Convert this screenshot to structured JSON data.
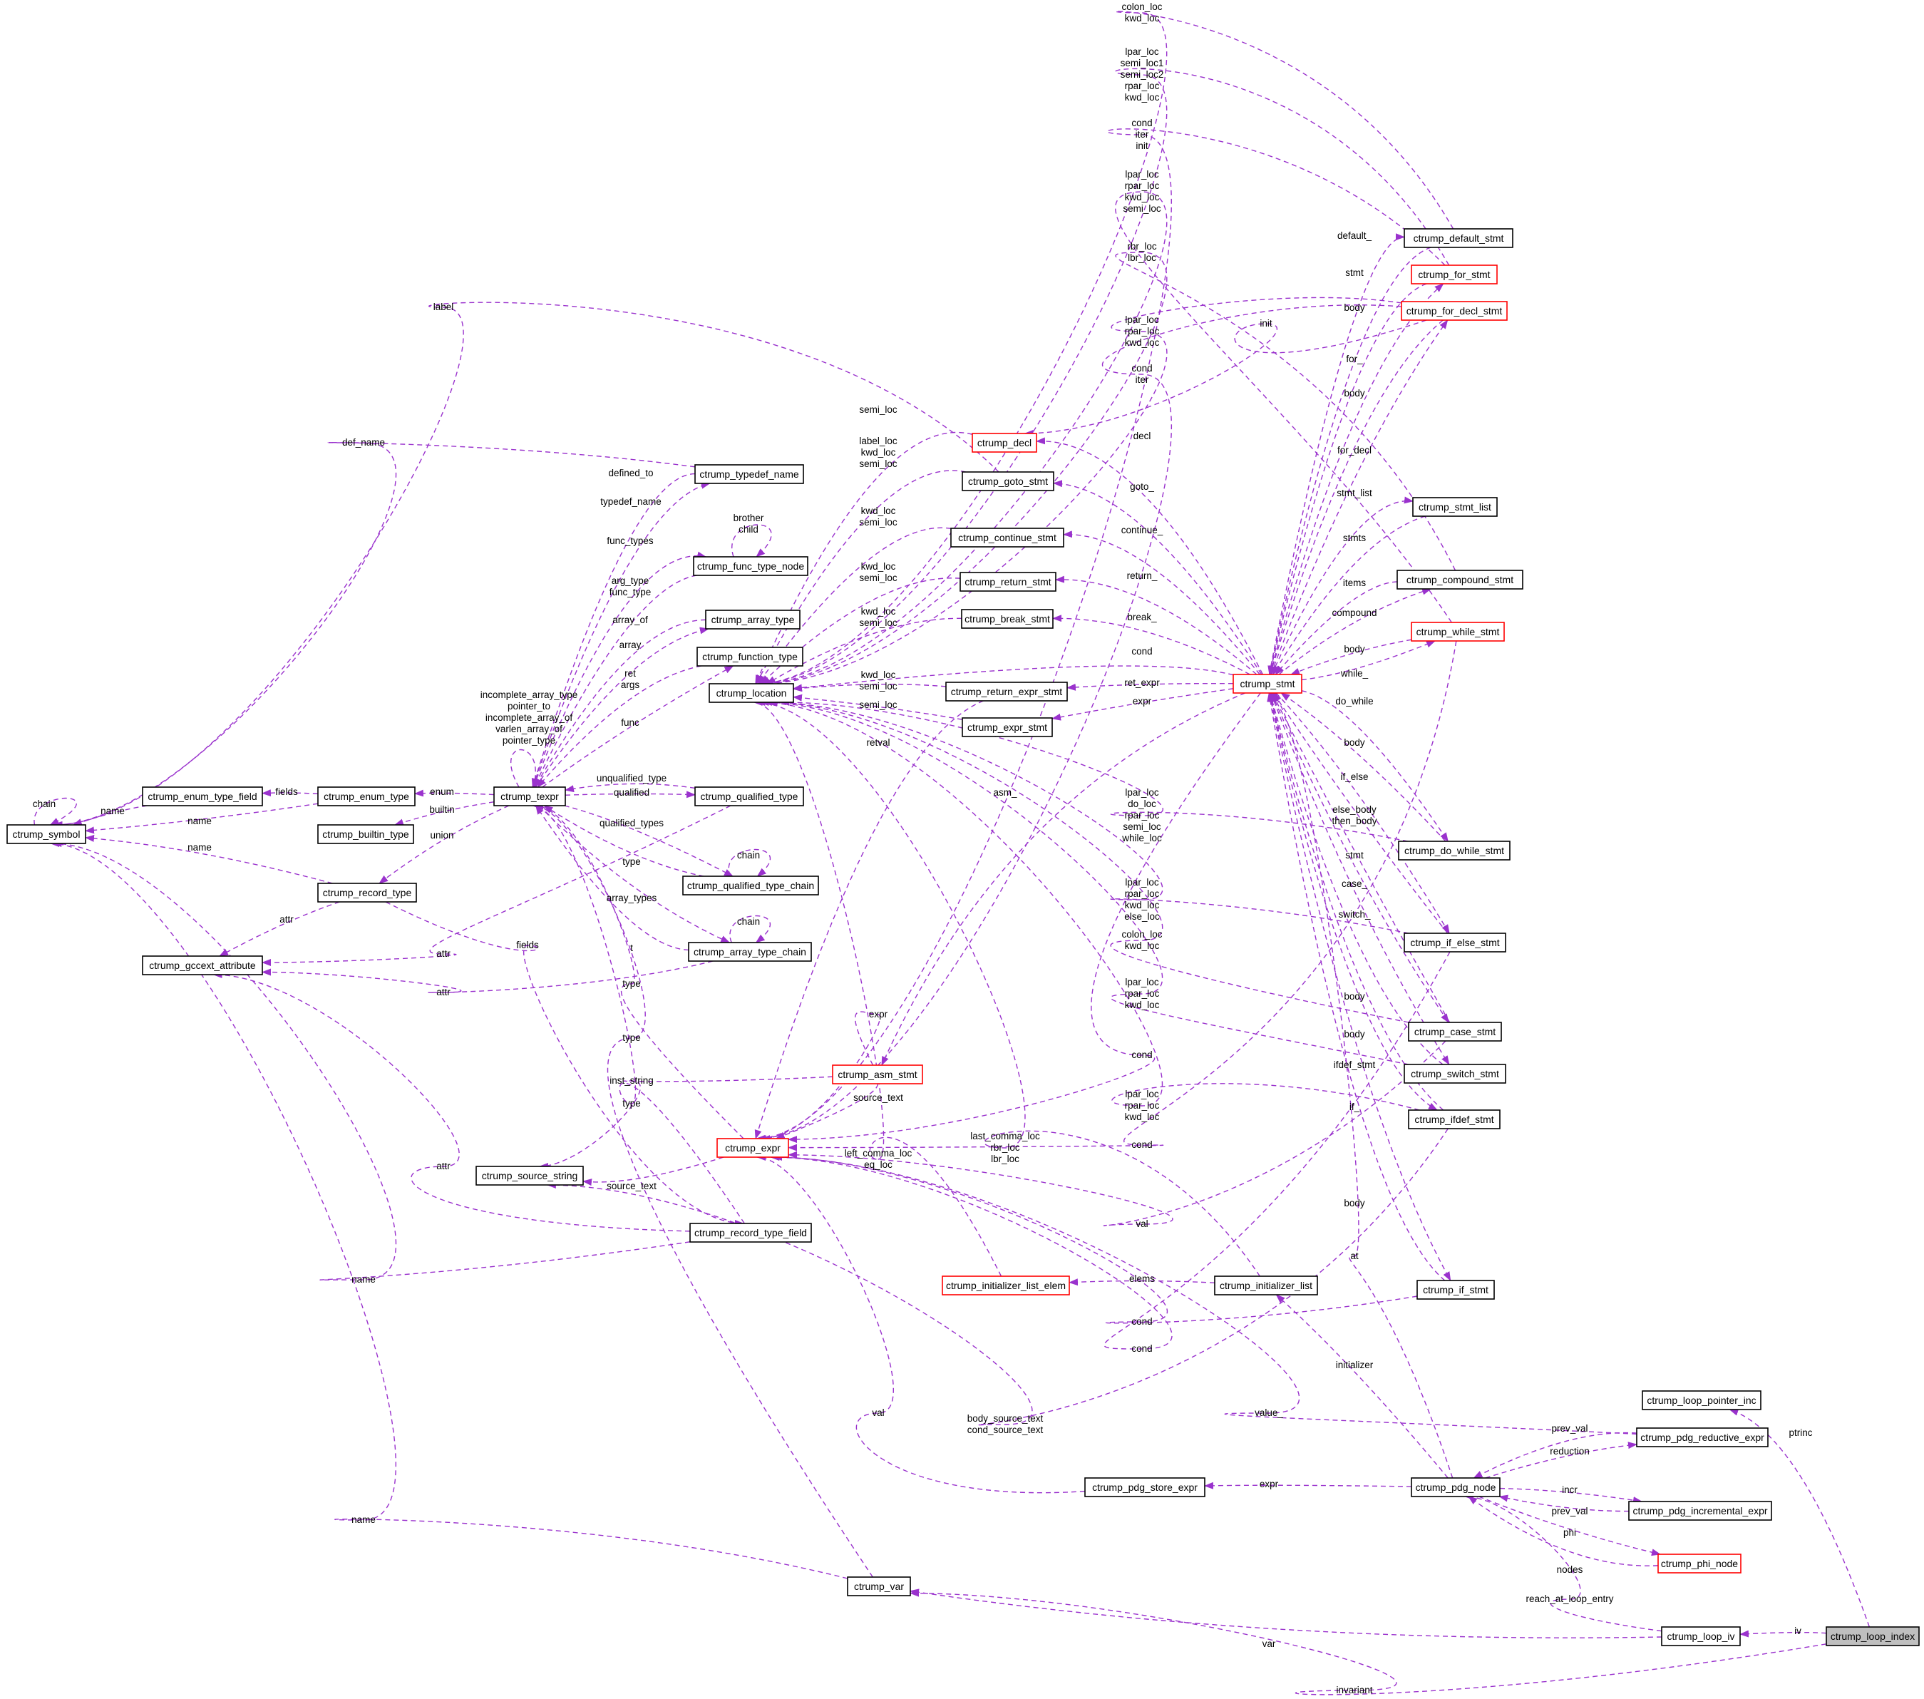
{
  "colors": {
    "edge": "#9a32cd",
    "arrow": "#9a32cd",
    "node_border": "#000000",
    "node_border_incomplete": "#ff0000",
    "selected_node_fill": "#bfbfbf"
  },
  "nodes": {
    "ctrump_symbol": "ctrump_symbol",
    "ctrump_enum_type_field": "ctrump_enum_type_field",
    "ctrump_enum_type": "ctrump_enum_type",
    "ctrump_builtin_type": "ctrump_builtin_type",
    "ctrump_record_type": "ctrump_record_type",
    "ctrump_gccext_attribute": "ctrump_gccext_attribute",
    "ctrump_texpr": "ctrump_texpr",
    "ctrump_typedef_name": "ctrump_typedef_name",
    "ctrump_func_type_node": "ctrump_func_type_node",
    "ctrump_array_type": "ctrump_array_type",
    "ctrump_function_type": "ctrump_function_type",
    "ctrump_location": "ctrump_location",
    "ctrump_qualified_type": "ctrump_qualified_type",
    "ctrump_qualified_type_chain": "ctrump_qualified_type_chain",
    "ctrump_array_type_chain": "ctrump_array_type_chain",
    "ctrump_asm_stmt": "ctrump_asm_stmt",
    "ctrump_source_string": "ctrump_source_string",
    "ctrump_expr": "ctrump_expr",
    "ctrump_record_type_field": "ctrump_record_type_field",
    "ctrump_decl": "ctrump_decl",
    "ctrump_goto_stmt": "ctrump_goto_stmt",
    "ctrump_continue_stmt": "ctrump_continue_stmt",
    "ctrump_return_stmt": "ctrump_return_stmt",
    "ctrump_break_stmt": "ctrump_break_stmt",
    "ctrump_return_expr_stmt": "ctrump_return_expr_stmt",
    "ctrump_expr_stmt": "ctrump_expr_stmt",
    "ctrump_stmt": "ctrump_stmt",
    "ctrump_default_stmt": "ctrump_default_stmt",
    "ctrump_for_stmt": "ctrump_for_stmt",
    "ctrump_for_decl_stmt": "ctrump_for_decl_stmt",
    "ctrump_stmt_list": "ctrump_stmt_list",
    "ctrump_compound_stmt": "ctrump_compound_stmt",
    "ctrump_while_stmt": "ctrump_while_stmt",
    "ctrump_do_while_stmt": "ctrump_do_while_stmt",
    "ctrump_if_else_stmt": "ctrump_if_else_stmt",
    "ctrump_case_stmt": "ctrump_case_stmt",
    "ctrump_switch_stmt": "ctrump_switch_stmt",
    "ctrump_ifdef_stmt": "ctrump_ifdef_stmt",
    "ctrump_initializer_list_elem": "ctrump_initializer_list_elem",
    "ctrump_initializer_list": "ctrump_initializer_list",
    "ctrump_if_stmt": "ctrump_if_stmt",
    "ctrump_loop_pointer_inc": "ctrump_loop_pointer_inc",
    "ctrump_pdg_reductive_expr": "ctrump_pdg_reductive_expr",
    "ctrump_pdg_store_expr": "ctrump_pdg_store_expr",
    "ctrump_pdg_node": "ctrump_pdg_node",
    "ctrump_pdg_incremental_expr": "ctrump_pdg_incremental_expr",
    "ctrump_phi_node": "ctrump_phi_node",
    "ctrump_var": "ctrump_var",
    "ctrump_loop_iv": "ctrump_loop_iv",
    "ctrump_loop_index": "ctrump_loop_index"
  },
  "edge_labels": {
    "chain": [
      "chain"
    ],
    "enum_field_name": [
      "name"
    ],
    "enum_fields": [
      "fields"
    ],
    "enum_name": [
      "name"
    ],
    "record_name": [
      "name"
    ],
    "label": [
      "label"
    ],
    "def_name": [
      "def_name"
    ],
    "defined_to": [
      "defined_to"
    ],
    "typedef_name": [
      "typedef_name"
    ],
    "brother_child": [
      "brother",
      "child"
    ],
    "func_types": [
      "func_types"
    ],
    "arg_type": [
      "arg_type",
      "func_type"
    ],
    "array_of": [
      "array_of"
    ],
    "array": [
      "array"
    ],
    "ret_args": [
      "ret",
      "args"
    ],
    "func": [
      "func"
    ],
    "texpr_self": [
      "incomplete_array_type",
      "pointer_to",
      "incomplete_array_of",
      "varlen_array_of",
      "pointer_type"
    ],
    "enum": [
      "enum"
    ],
    "builtin": [
      "builtin"
    ],
    "union": [
      "union"
    ],
    "unqualified_type": [
      "unqualified_type"
    ],
    "qualified": [
      "qualified"
    ],
    "qualified_types": [
      "qualified_types"
    ],
    "qt_chain": [
      "chain"
    ],
    "qt_type": [
      "type"
    ],
    "array_types": [
      "array_types"
    ],
    "at_chain": [
      "chain"
    ],
    "at_t": [
      "t"
    ],
    "rec_attr": [
      "attr"
    ],
    "fields": [
      "fields"
    ],
    "attr_at": [
      "attr"
    ],
    "attr_type": [
      "type"
    ],
    "attr_top": [
      "attr"
    ],
    "type_expr": [
      "type"
    ],
    "type_rec": [
      "type"
    ],
    "inst_string": [
      "inst_string"
    ],
    "source_text": [
      "source_text"
    ],
    "source_text2": [
      "source_text"
    ],
    "attr_field": [
      "attr"
    ],
    "field_name": [
      "name"
    ],
    "var_name": [
      "name"
    ],
    "colon_kwd_top": [
      "colon_loc",
      "kwd_loc"
    ],
    "for_locs": [
      "lpar_loc",
      "semi_loc1",
      "semi_loc2",
      "rpar_loc",
      "kwd_loc"
    ],
    "cond_iter_init": [
      "cond",
      "iter",
      "init"
    ],
    "while_locs": [
      "lpar_loc",
      "rpar_loc",
      "kwd_loc",
      "semi_loc"
    ],
    "rbr_lbr": [
      "rbr_loc",
      "lbr_loc"
    ],
    "lpar_rpar_kwd": [
      "lpar_loc",
      "rpar_loc",
      "kwd_loc"
    ],
    "cond_iter": [
      "cond",
      "iter"
    ],
    "semi_loc_decl": [
      "semi_loc"
    ],
    "goto_locs": [
      "label_loc",
      "kwd_loc",
      "semi_loc"
    ],
    "continue_locs": [
      "kwd_loc",
      "semi_loc"
    ],
    "return_locs": [
      "kwd_loc",
      "semi_loc"
    ],
    "break_locs": [
      "kwd_loc",
      "semi_loc"
    ],
    "retexpr_locs": [
      "kwd_loc",
      "semi_loc"
    ],
    "expr_semi": [
      "semi_loc"
    ],
    "retval": [
      "retval"
    ],
    "asm_": [
      "asm_"
    ],
    "dowhile_locs": [
      "lpar_loc",
      "do_loc",
      "rpar_loc",
      "semi_loc",
      "while_loc"
    ],
    "ifelse_locs": [
      "lpar_loc",
      "rpar_loc",
      "kwd_loc",
      "else_loc"
    ],
    "colon_kwd": [
      "colon_loc",
      "kwd_loc"
    ],
    "if_locs": [
      "lpar_loc",
      "rpar_loc",
      "kwd_loc"
    ],
    "cond_expr": [
      "cond"
    ],
    "ifdef_locs": [
      "lpar_loc",
      "rpar_loc",
      "kwd_loc"
    ],
    "init_list_locs": [
      "last_comma_loc",
      "rbr_loc",
      "lbr_loc"
    ],
    "cond_while": [
      "cond"
    ],
    "left_comma": [
      "left_comma_loc",
      "eq_loc"
    ],
    "val": [
      "val"
    ],
    "elems": [
      "elems"
    ],
    "cond_if": [
      "cond"
    ],
    "cond_if2": [
      "cond"
    ],
    "expr_asm": [
      "expr"
    ],
    "body_cond_src": [
      "body_source_text",
      "cond_source_text"
    ],
    "val2": [
      "val"
    ],
    "value": [
      "value_"
    ],
    "store_expr": [
      "expr"
    ],
    "decl": [
      "decl"
    ],
    "goto_": [
      "goto_"
    ],
    "continue_": [
      "continue_"
    ],
    "return_": [
      "return_"
    ],
    "break_": [
      "break_"
    ],
    "cond_stmt": [
      "cond"
    ],
    "ret_expr": [
      "ret_expr"
    ],
    "expr_stmt": [
      "expr"
    ],
    "default_": [
      "default_"
    ],
    "stmt_s": [
      "stmt"
    ],
    "body_s": [
      "body"
    ],
    "init_s": [
      "init"
    ],
    "for_": [
      "for_"
    ],
    "body2": [
      "body"
    ],
    "for_decl": [
      "for_decl"
    ],
    "stmt_list": [
      "stmt_list"
    ],
    "stmts": [
      "stmts"
    ],
    "items": [
      "items"
    ],
    "compound": [
      "compound"
    ],
    "body3": [
      "body"
    ],
    "while_": [
      "while_"
    ],
    "do_while": [
      "do_while"
    ],
    "body4": [
      "body"
    ],
    "if_else": [
      "if_else"
    ],
    "else_then": [
      "else_body",
      "then_body"
    ],
    "stmt2": [
      "stmt"
    ],
    "case_": [
      "case_"
    ],
    "switch_": [
      "switch_"
    ],
    "body5": [
      "body"
    ],
    "body6": [
      "body"
    ],
    "ifdef_stmt": [
      "ifdef_stmt"
    ],
    "if_": [
      "if_"
    ],
    "body7": [
      "body"
    ],
    "at": [
      "at"
    ],
    "initializer": [
      "initializer"
    ],
    "prev_val": [
      "prev_val"
    ],
    "reduction": [
      "reduction"
    ],
    "incr": [
      "incr"
    ],
    "prev_val2": [
      "prev_val"
    ],
    "phi": [
      "phi"
    ],
    "nodes": [
      "nodes"
    ],
    "reach": [
      "reach_at_loop_entry"
    ],
    "ptrinc": [
      "ptrinc"
    ],
    "iv": [
      "iv"
    ],
    "var": [
      "var"
    ],
    "invariant": [
      "invariant"
    ]
  }
}
